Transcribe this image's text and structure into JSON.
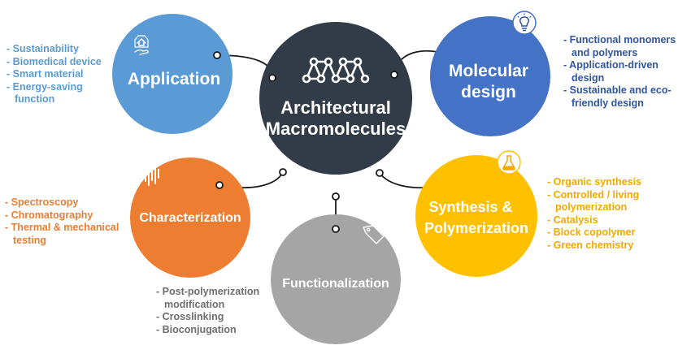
{
  "center": {
    "title_line1": "Architectural",
    "title_line2": "Macromolecules",
    "color": "#323C48",
    "icon": "molecule-network-icon"
  },
  "application": {
    "title": "Application",
    "color": "#5B9BD5",
    "icon": "house-in-hand-icon",
    "items": [
      "Sustainability",
      "Biomedical device",
      "Smart material",
      "Energy-saving function"
    ]
  },
  "molecular_design": {
    "title_line1": "Molecular",
    "title_line2": "design",
    "color": "#4472C4",
    "text_color": "#2F55A4",
    "icon": "lightbulb-icon",
    "items": [
      "Functional monomers and polymers",
      "Application-driven design",
      "Sustainable and eco-friendly design"
    ]
  },
  "characterization": {
    "title": "Characterization",
    "color": "#ED7D31",
    "icon": "sound-wave-icon",
    "items": [
      "Spectroscopy",
      "Chromatography",
      "Thermal & mechanical testing"
    ]
  },
  "synthesis": {
    "title_line1": "Synthesis &",
    "title_line2": "Polymerization",
    "color": "#FFC000",
    "text_color": "#F2A900",
    "icon": "flask-icon",
    "items": [
      "Organic synthesis",
      "Controlled / living polymerization",
      "Catalysis",
      "Block copolymer",
      "Green chemistry"
    ]
  },
  "functionalization": {
    "title": "Functionalization",
    "color": "#A5A5A5",
    "text_color": "#6E6E6E",
    "icon": "tag-icon",
    "items": [
      "Post-polymerization modification",
      "Crosslinking",
      "Bioconjugation"
    ]
  }
}
